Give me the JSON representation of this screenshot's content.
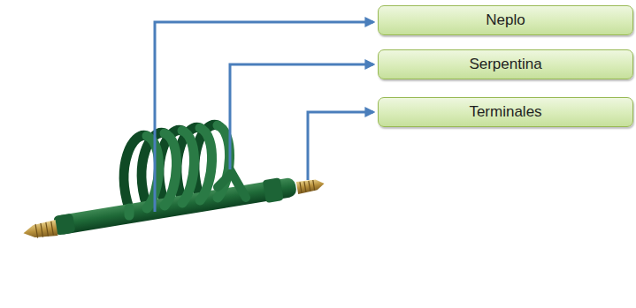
{
  "diagram": {
    "nodes": [
      {
        "text": [
          "Neplo"
        ]
      },
      {
        "text": [
          "Serpentina"
        ]
      },
      {
        "text": [
          "Terminales"
        ]
      }
    ]
  }
}
